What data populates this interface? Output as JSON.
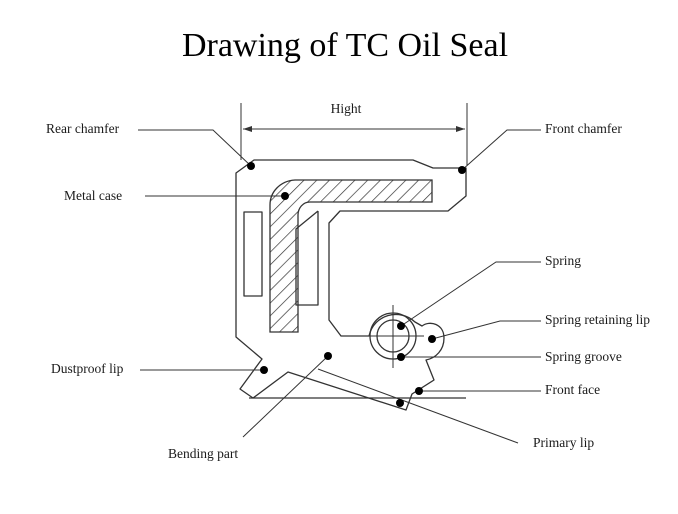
{
  "title": "Drawing of TC Oil Seal",
  "dimension": {
    "label": "Hight"
  },
  "labels": {
    "rear_chamfer": "Rear chamfer",
    "front_chamfer": "Front chamfer",
    "metal_case": "Metal case",
    "spring": "Spring",
    "spring_retaining_lip": "Spring retaining lip",
    "spring_groove": "Spring groove",
    "dustproof_lip": "Dustproof lip",
    "front_face": "Front face",
    "primary_lip": "Primary lip",
    "bending_part": "Bending part"
  },
  "colors": {
    "ink": "#000000",
    "stroke": "#333333",
    "background": "#ffffff"
  }
}
